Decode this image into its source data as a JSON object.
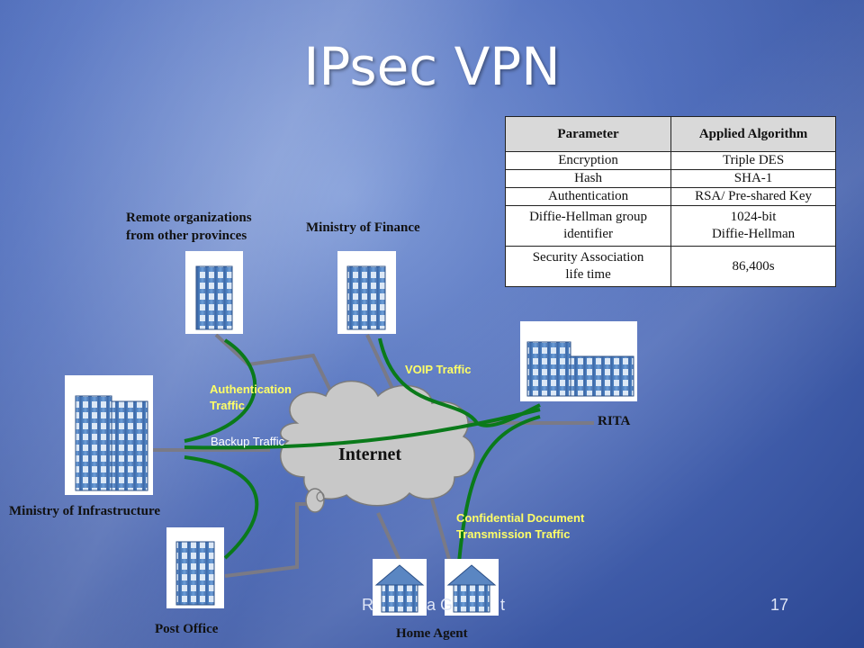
{
  "title": "IPsec VPN",
  "table": {
    "headers": [
      "Parameter",
      "Applied Algorithm"
    ],
    "rows": [
      {
        "param": [
          "Encryption"
        ],
        "algo": [
          "Triple DES"
        ]
      },
      {
        "param": [
          "Hash"
        ],
        "algo": [
          "SHA-1"
        ]
      },
      {
        "param": [
          "Authentication"
        ],
        "algo": [
          "RSA/ Pre-shared Key"
        ]
      },
      {
        "param": [
          "Diffie-Hellman group",
          "identifier"
        ],
        "algo": [
          "1024-bit",
          "Diffie-Hellman"
        ]
      },
      {
        "param": [
          "Security Association",
          "life time"
        ],
        "algo": [
          "86,400s"
        ]
      }
    ]
  },
  "nodes": {
    "remote": [
      "Remote organizations",
      "from other provinces"
    ],
    "finance": "Ministry of Finance",
    "rita": "RITA",
    "infrastructure": "Ministry of Infrastructure",
    "post_office": "Post Office",
    "home_agent": "Home Agent",
    "internet": "Internet"
  },
  "traffic": {
    "voip": "VOIP Traffic",
    "auth": [
      "Authentication",
      "Traffic"
    ],
    "backup": "Backup Traffic",
    "confidential": [
      "Confidential Document",
      "Transmission Traffic"
    ]
  },
  "footer": {
    "text_left": "R",
    "text_mid": "a G",
    "text_right": "t",
    "page": "17"
  },
  "colors": {
    "tunnel": "#0a7a1a",
    "link": "#7a7a86",
    "cloud": "#c8c8c8",
    "traffic_label": "#ffff66"
  }
}
